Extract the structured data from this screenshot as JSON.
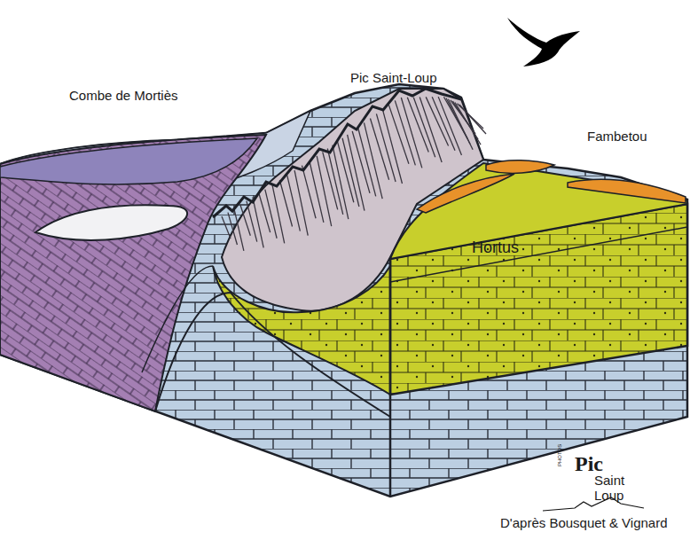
{
  "diagram": {
    "labels": [
      "Combe de Mortiès",
      "Pic Saint-Loup",
      "Fambetou",
      "Hortus",
      "PHOTOS",
      "Pic",
      "Saint",
      "Loup",
      "D'après Bousquet & Vignard"
    ]
  }
}
